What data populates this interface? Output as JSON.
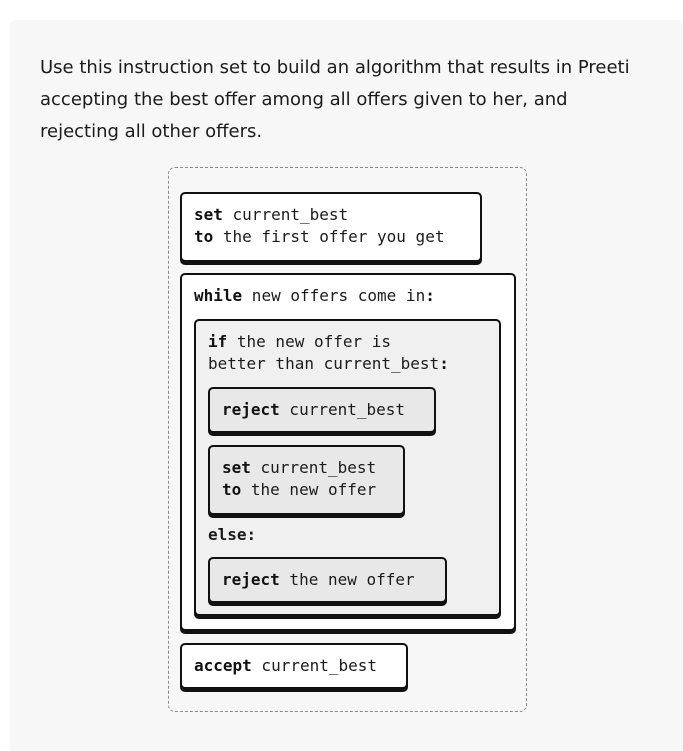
{
  "instructions": {
    "line1": "Use this instruction set to build an algorithm that results in Preeti",
    "line2": "accepting the best offer among all offers given to her, and",
    "line3": "rejecting all other offers."
  },
  "blocks": {
    "set_initial": {
      "kw1": "set",
      "text1": " current_best",
      "kw2": "to",
      "text2": " the first offer you get"
    },
    "while_loop": {
      "kw": "while",
      "text": " new offers come in",
      "colon": ":"
    },
    "if_block": {
      "kw": "if",
      "text1": " the new offer is",
      "text2": "better than current_best",
      "colon": ":"
    },
    "reject_current": {
      "kw": "reject",
      "text": " current_best"
    },
    "set_new": {
      "kw1": "set",
      "text1": " current_best",
      "kw2": "to",
      "text2": " the new offer"
    },
    "else_label": "else:",
    "reject_new": {
      "kw": "reject",
      "text": " the new offer"
    },
    "accept": {
      "kw": "accept",
      "text": " current_best"
    }
  }
}
